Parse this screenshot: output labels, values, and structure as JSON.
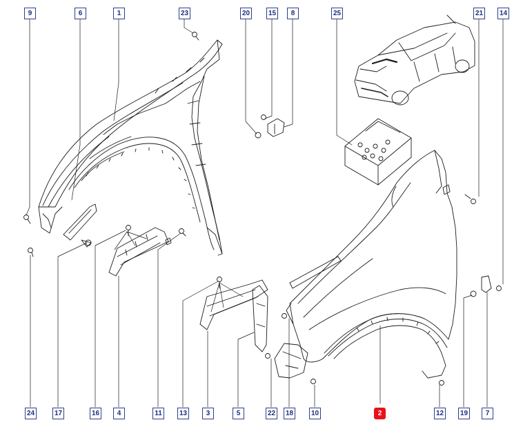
{
  "diagram": {
    "active_part": "2",
    "colors": {
      "ink": "#1a1a1a",
      "callout_border": "#2c3e8c",
      "callout_text": "#1d2d7a",
      "active_fill": "#e8121b"
    }
  },
  "callouts": {
    "c9": "9",
    "c6": "6",
    "c1": "1",
    "c23": "23",
    "c20": "20",
    "c15": "15",
    "c8": "8",
    "c25": "25",
    "c21": "21",
    "c14": "14",
    "c24": "24",
    "c17": "17",
    "c16": "16",
    "c4": "4",
    "c11": "11",
    "c13": "13",
    "c3": "3",
    "c5": "5",
    "c22": "22",
    "c18": "18",
    "c10": "10",
    "c2": "2",
    "c12": "12",
    "c19": "19",
    "c7": "7"
  }
}
